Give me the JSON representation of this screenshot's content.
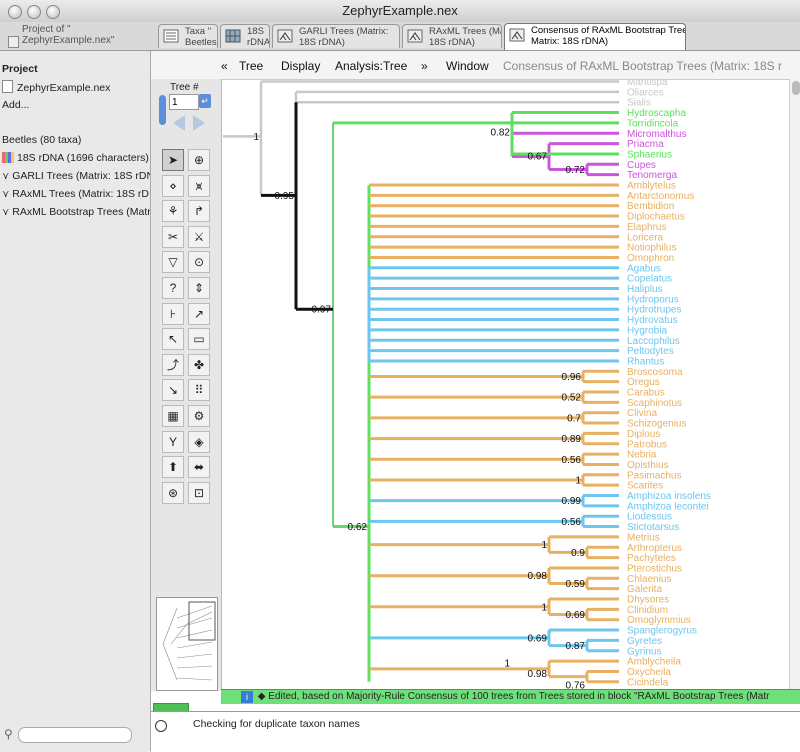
{
  "window": {
    "title": "ZephyrExample.nex"
  },
  "tabs": {
    "project": "Project of \"\nZephyrExample.nex\"",
    "items": [
      {
        "label": "Taxa \"\nBeetles\"",
        "icon": "taxa-icon"
      },
      {
        "label": "18S\nrDNA",
        "icon": "matrix-icon"
      },
      {
        "label": "GARLI Trees (Matrix:\n18S rDNA)",
        "icon": "tree-icon"
      },
      {
        "label": "RAxML Trees (Matrix\n18S rDNA)",
        "icon": "tree-icon"
      },
      {
        "label": "Consensus of RAxML Bootstrap Trees\nMatrix: 18S rDNA)",
        "icon": "tree-icon"
      }
    ]
  },
  "sidebar": {
    "project_heading": "Project",
    "file": "ZephyrExample.nex",
    "add": "Add...",
    "taxa_heading": "Beetles (80 taxa)",
    "items": [
      "18S rDNA (1696 characters)",
      "GARLI Trees (Matrix: 18S rDNA",
      "RAxML Trees (Matrix: 18S rD",
      "RAxML Bootstrap Trees (Matr"
    ]
  },
  "menu": {
    "left_arrow": "«",
    "items": [
      "Tree",
      "Display",
      "Analysis:Tree",
      "»",
      "Window"
    ],
    "title": "Consensus of RAxML Bootstrap Trees (Matrix: 18S r"
  },
  "tree_control": {
    "label": "Tree #",
    "value": "1"
  },
  "status": {
    "message": "◆ Edited, based on Majority-Rule Consensus of 100 trees from Trees stored in block \"RAxML Bootstrap Trees (Matr"
  },
  "log": {
    "message": "Checking for duplicate taxon names"
  },
  "colors": {
    "gray": "#c8c8c8",
    "green": "#5ee05e",
    "magenta": "#cc55dd",
    "orange": "#e8b060",
    "blue": "#6ec6ee",
    "black": "#111111",
    "status_green": "#6ee07a"
  },
  "tree": {
    "taxa": [
      {
        "name": "Mantispa",
        "color": "gray"
      },
      {
        "name": "Oliarces",
        "color": "gray"
      },
      {
        "name": "Sialis",
        "color": "gray"
      },
      {
        "name": "Hydroscapha",
        "color": "green"
      },
      {
        "name": "Torridincola",
        "color": "green"
      },
      {
        "name": "Micromalthus",
        "color": "magenta"
      },
      {
        "name": "Priacma",
        "color": "magenta"
      },
      {
        "name": "Sphaerius",
        "color": "green"
      },
      {
        "name": "Cupes",
        "color": "magenta"
      },
      {
        "name": "Tenomerga",
        "color": "magenta"
      },
      {
        "name": "Amblytelus",
        "color": "orange"
      },
      {
        "name": "Antarctonomus",
        "color": "orange"
      },
      {
        "name": "Bembidion",
        "color": "orange"
      },
      {
        "name": "Diplochaetus",
        "color": "orange"
      },
      {
        "name": "Elaphrus",
        "color": "orange"
      },
      {
        "name": "Loricera",
        "color": "orange"
      },
      {
        "name": "Notiophilus",
        "color": "orange"
      },
      {
        "name": "Omophron",
        "color": "orange"
      },
      {
        "name": "Agabus",
        "color": "blue"
      },
      {
        "name": "Copelatus",
        "color": "blue"
      },
      {
        "name": "Haliplus",
        "color": "blue"
      },
      {
        "name": "Hydroporus",
        "color": "blue"
      },
      {
        "name": "Hydrotrupes",
        "color": "blue"
      },
      {
        "name": "Hydrovatus",
        "color": "blue"
      },
      {
        "name": "Hygrobia",
        "color": "blue"
      },
      {
        "name": "Laccophilus",
        "color": "blue"
      },
      {
        "name": "Peltodytes",
        "color": "blue"
      },
      {
        "name": "Rhantus",
        "color": "blue"
      },
      {
        "name": "Broscosoma",
        "color": "orange"
      },
      {
        "name": "Oregus",
        "color": "orange"
      },
      {
        "name": "Carabus",
        "color": "orange"
      },
      {
        "name": "Scaphinotus",
        "color": "orange"
      },
      {
        "name": "Clivina",
        "color": "orange"
      },
      {
        "name": "Schizogenius",
        "color": "orange"
      },
      {
        "name": "Diplous",
        "color": "orange"
      },
      {
        "name": "Patrobus",
        "color": "orange"
      },
      {
        "name": "Nebria",
        "color": "orange"
      },
      {
        "name": "Opisthius",
        "color": "orange"
      },
      {
        "name": "Pasimachus",
        "color": "orange"
      },
      {
        "name": "Scarites",
        "color": "orange"
      },
      {
        "name": "Amphizoa insolens",
        "color": "blue"
      },
      {
        "name": "Amphizoa lecontei",
        "color": "blue"
      },
      {
        "name": "Liodessus",
        "color": "blue"
      },
      {
        "name": "Stictotarsus",
        "color": "blue"
      },
      {
        "name": "Metrius",
        "color": "orange"
      },
      {
        "name": "Arthropterus",
        "color": "orange"
      },
      {
        "name": "Pachyteles",
        "color": "orange"
      },
      {
        "name": "Pterostichus",
        "color": "orange"
      },
      {
        "name": "Chlaenius",
        "color": "orange"
      },
      {
        "name": "Galerita",
        "color": "orange"
      },
      {
        "name": "Dhysores",
        "color": "orange"
      },
      {
        "name": "Clinidium",
        "color": "orange"
      },
      {
        "name": "Omoglymmius",
        "color": "orange"
      },
      {
        "name": "Spanglerogyrus",
        "color": "blue"
      },
      {
        "name": "Gyretes",
        "color": "blue"
      },
      {
        "name": "Gyrinus",
        "color": "blue"
      },
      {
        "name": "Amblycheila",
        "color": "orange"
      },
      {
        "name": "Oxycheila",
        "color": "orange"
      },
      {
        "name": "Cicindela",
        "color": "orange"
      }
    ],
    "support": [
      {
        "value": "1"
      },
      {
        "value": "0.95"
      },
      {
        "value": "0.82"
      },
      {
        "value": "0.67"
      },
      {
        "value": "0.72"
      },
      {
        "value": "0.97"
      },
      {
        "value": "0.62"
      },
      {
        "value": "0.96"
      },
      {
        "value": "0.52"
      },
      {
        "value": "0.7"
      },
      {
        "value": "0.89"
      },
      {
        "value": "0.56"
      },
      {
        "value": "1"
      },
      {
        "value": "0.99"
      },
      {
        "value": "0.56"
      },
      {
        "value": "1"
      },
      {
        "value": "0.9"
      },
      {
        "value": "0.98"
      },
      {
        "value": "0.59"
      },
      {
        "value": "1"
      },
      {
        "value": "0.69"
      },
      {
        "value": "0.69"
      },
      {
        "value": "0.87"
      },
      {
        "value": "1"
      },
      {
        "value": "0.98"
      },
      {
        "value": "0.76"
      }
    ]
  }
}
